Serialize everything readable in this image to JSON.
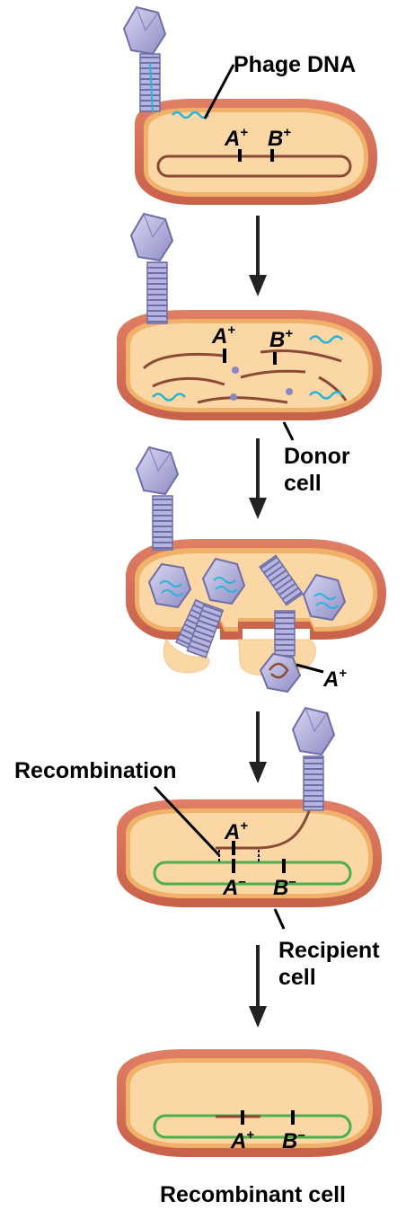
{
  "labels": {
    "phage_dna": "Phage DNA",
    "donor_cell": [
      "Donor",
      "cell"
    ],
    "recombination": "Recombination",
    "recipient_cell": [
      "Recipient",
      "cell"
    ],
    "recombinant_cell": "Recombinant cell"
  },
  "genes": {
    "a_plus": "A",
    "b_plus": "B",
    "a_minus": "A",
    "b_minus": "B",
    "plus_sign": "+",
    "minus_sign": "–"
  },
  "colors": {
    "cell_wall": "#d9715a",
    "cell_membrane": "#f0b26a",
    "cytoplasm": "#fbd7a6",
    "phage": "#a9a8d6",
    "phage_edge": "#6f6ea8",
    "phage_dna": "#2bb3d6",
    "bacterial_dna": "#8b4a35",
    "recipient_dna": "#4bb04b"
  }
}
